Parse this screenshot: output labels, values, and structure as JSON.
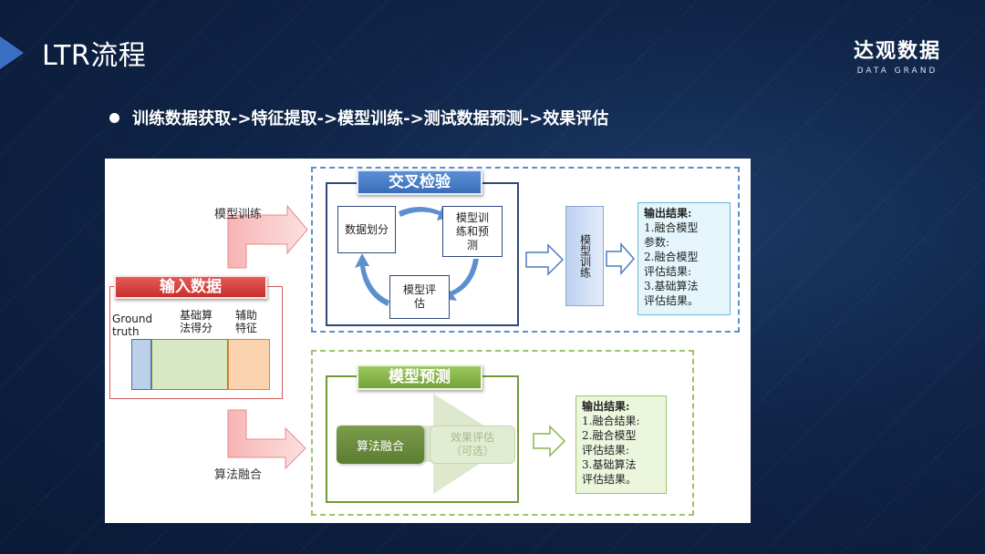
{
  "header": {
    "title": "LTR流程",
    "logo_cn": "达观数据",
    "logo_en": "DATA GRAND"
  },
  "bullet": "训练数据获取->特征提取->模型训练->测试数据预测->效果评估",
  "diagram": {
    "input": {
      "title": "输入数据",
      "ground_truth_line1": "Ground",
      "ground_truth_line2": "truth",
      "base_score_line1": "基础算",
      "base_score_line2": "法得分",
      "aux_feature_line1": "辅助",
      "aux_feature_line2": "特征",
      "colors": {
        "ground_truth": "#bcd0ea",
        "base_score": "#d8e8c4",
        "aux_feature": "#fbd2ae"
      }
    },
    "arrow_top_label": "模型训练",
    "arrow_bottom_label": "算法融合",
    "cross_validation": {
      "title": "交叉检验",
      "split": "数据划分",
      "train_predict_line1": "模型训",
      "train_predict_line2": "练和预",
      "train_predict_line3": "测",
      "evaluate_line1": "模型评",
      "evaluate_line2": "估"
    },
    "model_training_box": "模型训练",
    "output_top": {
      "title": "输出结果:",
      "lines": [
        "1.融合模型",
        "参数:",
        "2.融合模型",
        "评估结果:",
        "3.基础算法",
        "评估结果。"
      ]
    },
    "prediction": {
      "title": "模型预测",
      "algo_fusion": "算法融合",
      "effect_eval_line1": "效果评估",
      "effect_eval_line2": "（可选）"
    },
    "output_bottom": {
      "title": "输出结果:",
      "lines": [
        "1.融合结果:",
        "2.融合模型",
        "评估结果:",
        "3.基础算法",
        "评估结果。"
      ]
    }
  }
}
